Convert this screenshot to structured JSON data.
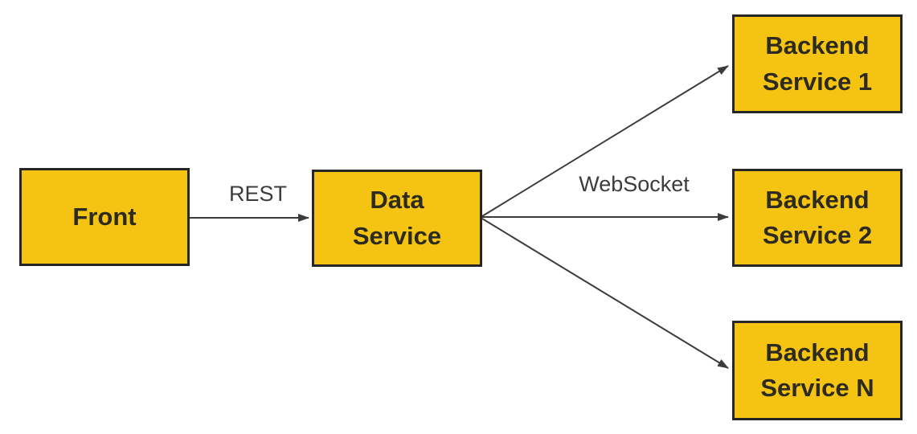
{
  "diagram": {
    "background_color": "#ffffff",
    "node_fill_color": "#f5c413",
    "node_border_color": "#262626",
    "node_text_color": "#2d2a20",
    "arrow_color": "#3c3c3c",
    "nodes": [
      {
        "id": "front",
        "label": "Front"
      },
      {
        "id": "data-service",
        "label": "Data Service"
      },
      {
        "id": "backend-1",
        "label": "Backend Service 1"
      },
      {
        "id": "backend-2",
        "label": "Backend Service 2"
      },
      {
        "id": "backend-n",
        "label": "Backend Service N"
      }
    ],
    "edges": [
      {
        "from": "front",
        "to": "data-service",
        "label": "REST"
      },
      {
        "from": "data-service",
        "to": "backend-1",
        "label": ""
      },
      {
        "from": "data-service",
        "to": "backend-2",
        "label": "WebSocket"
      },
      {
        "from": "data-service",
        "to": "backend-n",
        "label": ""
      }
    ]
  }
}
